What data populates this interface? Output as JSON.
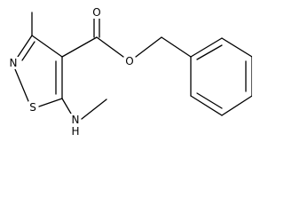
{
  "molecule": {
    "atoms": {
      "ring_nitrogen": "N",
      "ring_sulfur": "S",
      "carbonyl_oxygen": "O",
      "ester_oxygen": "O",
      "amine_nitrogen": "N",
      "amine_hydrogen": "H"
    }
  }
}
